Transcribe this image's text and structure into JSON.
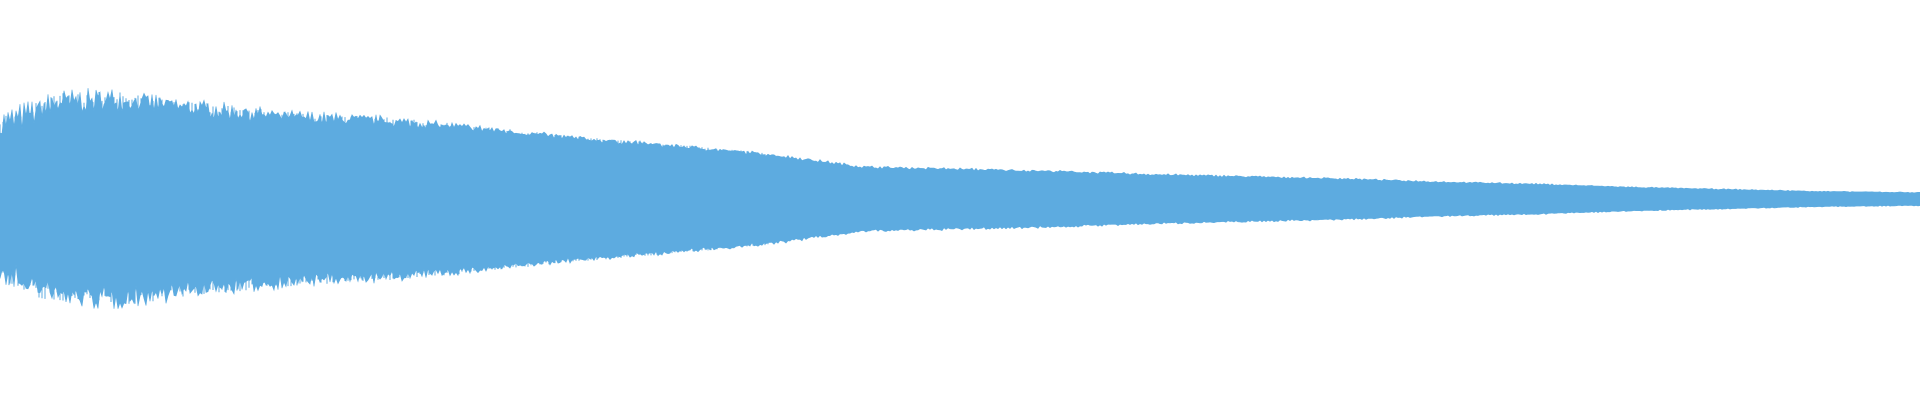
{
  "chart_data": {
    "type": "area",
    "title": "",
    "xlabel": "",
    "ylabel": "",
    "color": "#5dabe0",
    "background": "#ffffff",
    "grid": false,
    "legend": "none",
    "ylim": [
      -1,
      1
    ],
    "x": [
      0,
      0.03,
      0.06,
      0.1,
      0.15,
      0.2,
      0.25,
      0.3,
      0.35,
      0.4,
      0.45,
      0.5,
      0.55,
      0.6,
      0.65,
      0.7,
      0.75,
      0.8,
      0.85,
      0.9,
      0.95,
      1.0
    ],
    "series": [
      {
        "values": [
          0.66,
          0.88,
          0.92,
          0.84,
          0.76,
          0.73,
          0.66,
          0.57,
          0.5,
          0.42,
          0.3,
          0.28,
          0.26,
          0.23,
          0.21,
          0.19,
          0.16,
          0.14,
          0.11,
          0.09,
          0.07,
          0.06
        ],
        "jitter": [
          0.16,
          0.14,
          0.12,
          0.1,
          0.08,
          0.06,
          0.04,
          0.03,
          0.025,
          0.02,
          0.015,
          0.015,
          0.013,
          0.012,
          0.011,
          0.01,
          0.009,
          0.008,
          0.007,
          0.006,
          0.005,
          0.005
        ]
      }
    ]
  }
}
